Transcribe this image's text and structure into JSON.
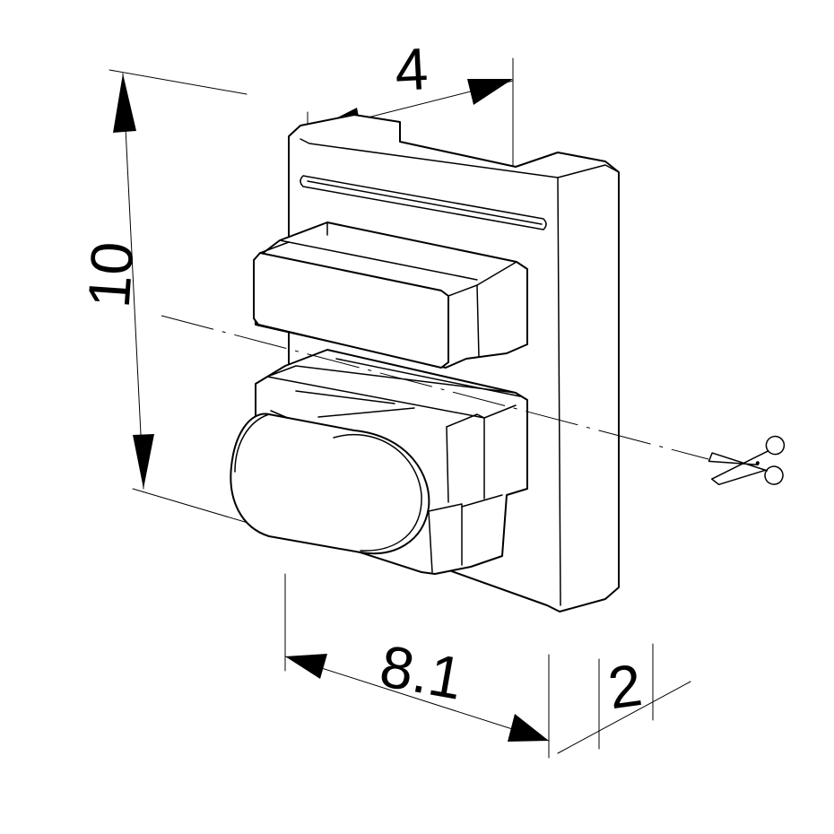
{
  "dimensions": {
    "height": "10",
    "top_depth": "4",
    "width": "8.1",
    "thickness": "2"
  },
  "icons": {
    "cut_marker": "scissors-icon"
  }
}
